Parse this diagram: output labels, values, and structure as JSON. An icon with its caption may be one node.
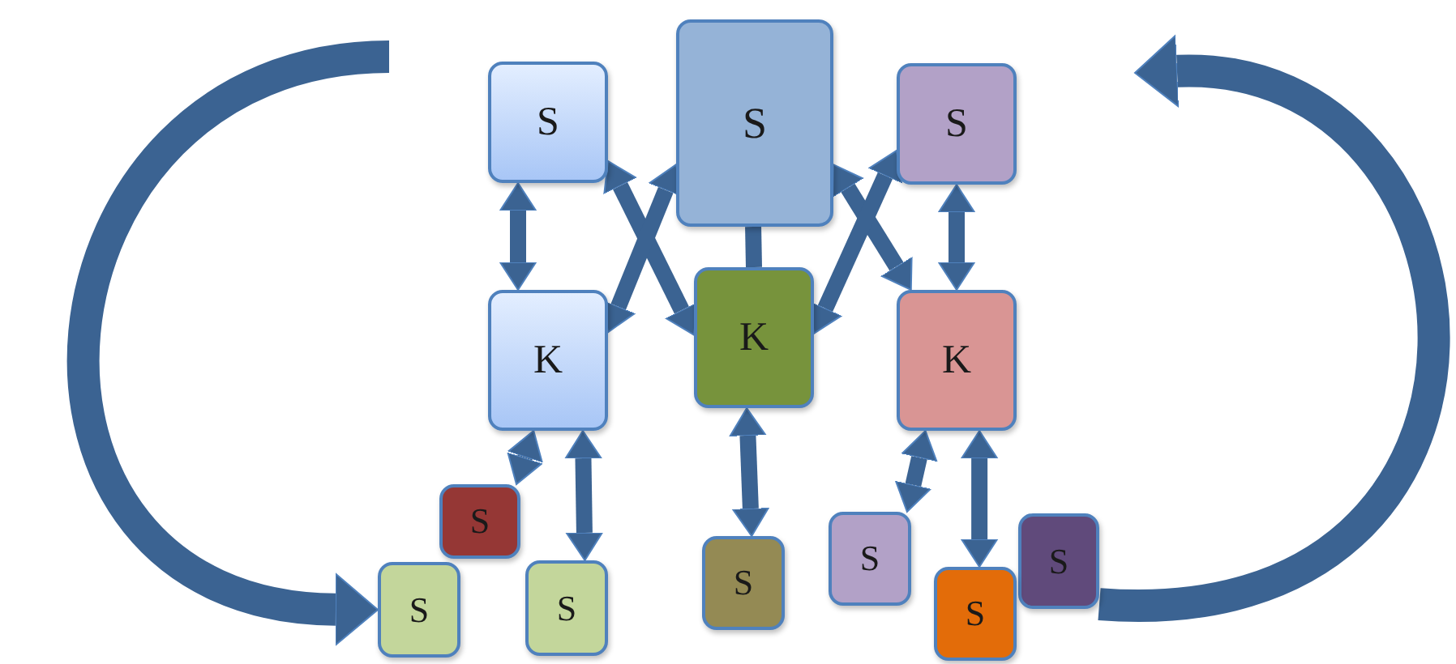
{
  "diagram": {
    "nodes": [
      {
        "text": [
          "S"
        ]
      },
      {
        "text": [
          "S"
        ]
      },
      {
        "text": [
          "S"
        ]
      },
      {
        "text": [
          "K"
        ]
      },
      {
        "text": [
          "K"
        ]
      },
      {
        "text": [
          "K"
        ]
      },
      {
        "text": [
          "S"
        ]
      },
      {
        "text": [
          "S"
        ]
      },
      {
        "text": [
          "S"
        ]
      },
      {
        "text": [
          "S"
        ]
      },
      {
        "text": [
          "S"
        ]
      },
      {
        "text": [
          "S"
        ]
      },
      {
        "text": [
          "S"
        ]
      }
    ],
    "edges": [
      {
        "from": 0,
        "to": 3,
        "arrow": "both"
      },
      {
        "from": 0,
        "to": 4,
        "arrow": "both"
      },
      {
        "from": 1,
        "to": 3,
        "arrow": "both"
      },
      {
        "from": 1,
        "to": 4,
        "arrow": "none"
      },
      {
        "from": 1,
        "to": 5,
        "arrow": "both"
      },
      {
        "from": 2,
        "to": 4,
        "arrow": "both"
      },
      {
        "from": 2,
        "to": 5,
        "arrow": "both"
      },
      {
        "from": 3,
        "to": 6,
        "arrow": "both"
      },
      {
        "from": 3,
        "to": 8,
        "arrow": "both"
      },
      {
        "from": 4,
        "to": 9,
        "arrow": "both"
      },
      {
        "from": 5,
        "to": 10,
        "arrow": "both"
      },
      {
        "from": 5,
        "to": 11,
        "arrow": "both"
      },
      {
        "from": null,
        "to": 7,
        "arrow": "to",
        "style": "thick"
      },
      {
        "from": 12,
        "to": null,
        "arrow": "to",
        "style": "thick"
      }
    ]
  }
}
